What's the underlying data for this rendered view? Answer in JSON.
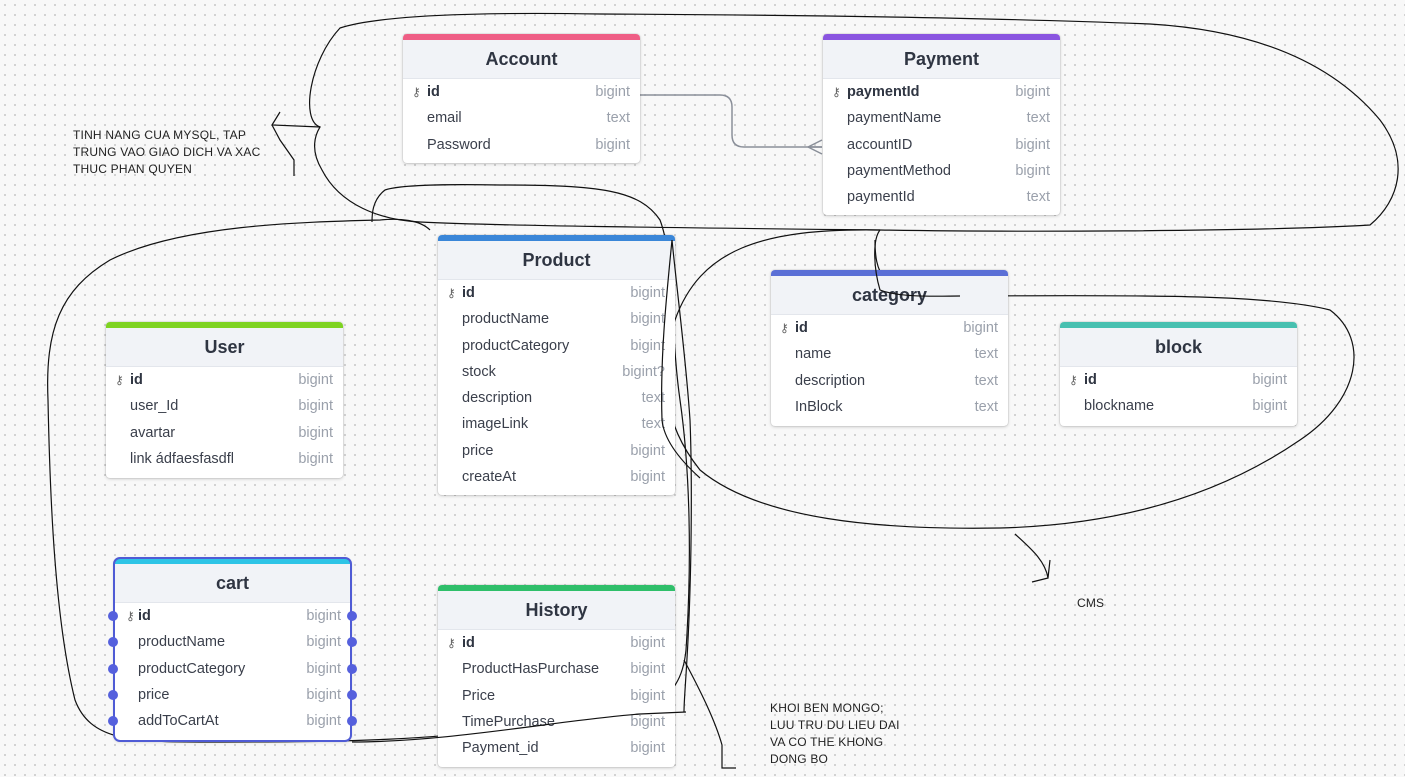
{
  "tables": {
    "account": {
      "title": "Account",
      "color": "#ef5e85",
      "columns": [
        {
          "name": "id",
          "type": "bigint",
          "pk": true
        },
        {
          "name": "email",
          "type": "text"
        },
        {
          "name": "Password",
          "type": "bigint"
        }
      ]
    },
    "payment": {
      "title": "Payment",
      "color": "#8a55e0",
      "columns": [
        {
          "name": "paymentId",
          "type": "bigint",
          "pk": true
        },
        {
          "name": "paymentName",
          "type": "text"
        },
        {
          "name": "accountID",
          "type": "bigint"
        },
        {
          "name": "paymentMethod",
          "type": "bigint"
        },
        {
          "name": "paymentId",
          "type": "text"
        }
      ]
    },
    "product": {
      "title": "Product",
      "color": "#3a86d8",
      "columns": [
        {
          "name": "id",
          "type": "bigint",
          "pk": true
        },
        {
          "name": "productName",
          "type": "bigint"
        },
        {
          "name": "productCategory",
          "type": "bigint"
        },
        {
          "name": "stock",
          "type": "bigint?"
        },
        {
          "name": "description",
          "type": "text"
        },
        {
          "name": "imageLink",
          "type": "text"
        },
        {
          "name": "price",
          "type": "bigint"
        },
        {
          "name": "createAt",
          "type": "bigint"
        }
      ]
    },
    "category": {
      "title": "category",
      "color": "#5a6fd6",
      "columns": [
        {
          "name": "id",
          "type": "bigint",
          "pk": true
        },
        {
          "name": "name",
          "type": "text"
        },
        {
          "name": "description",
          "type": "text"
        },
        {
          "name": "InBlock",
          "type": "text"
        }
      ]
    },
    "block": {
      "title": "block",
      "color": "#47c0b0",
      "columns": [
        {
          "name": "id",
          "type": "bigint",
          "pk": true
        },
        {
          "name": "blockname",
          "type": "bigint"
        }
      ]
    },
    "user": {
      "title": "User",
      "color": "#7ed321",
      "columns": [
        {
          "name": "id",
          "type": "bigint",
          "pk": true
        },
        {
          "name": "user_Id",
          "type": "bigint"
        },
        {
          "name": "avartar",
          "type": "bigint"
        },
        {
          "name": "link ádfaesfasdfl",
          "type": "bigint"
        }
      ]
    },
    "cart": {
      "title": "cart",
      "color": "#2ec4e6",
      "columns": [
        {
          "name": "id",
          "type": "bigint",
          "pk": true
        },
        {
          "name": "productName",
          "type": "bigint"
        },
        {
          "name": "productCategory",
          "type": "bigint"
        },
        {
          "name": "price",
          "type": "bigint"
        },
        {
          "name": "addToCartAt",
          "type": "bigint"
        }
      ]
    },
    "history": {
      "title": "History",
      "color": "#2fbf6a",
      "columns": [
        {
          "name": "id",
          "type": "bigint",
          "pk": true
        },
        {
          "name": "ProductHasPurchase",
          "type": "bigint"
        },
        {
          "name": "Price",
          "type": "bigint"
        },
        {
          "name": "TimePurchase",
          "type": "bigint"
        },
        {
          "name": "Payment_id",
          "type": "bigint"
        }
      ]
    }
  },
  "notes": {
    "mysql": "TINH NANG CUA MYSQL, TAP TRUNG VAO GIAO DICH VA XAC THUC PHAN QUYEN",
    "cms": "CMS",
    "mongo": "KHOI BEN MONGO; LUU TRU DU LIEU DAI VA CO THE KHONG DONG BO"
  },
  "icons": {
    "key": "key-icon"
  }
}
